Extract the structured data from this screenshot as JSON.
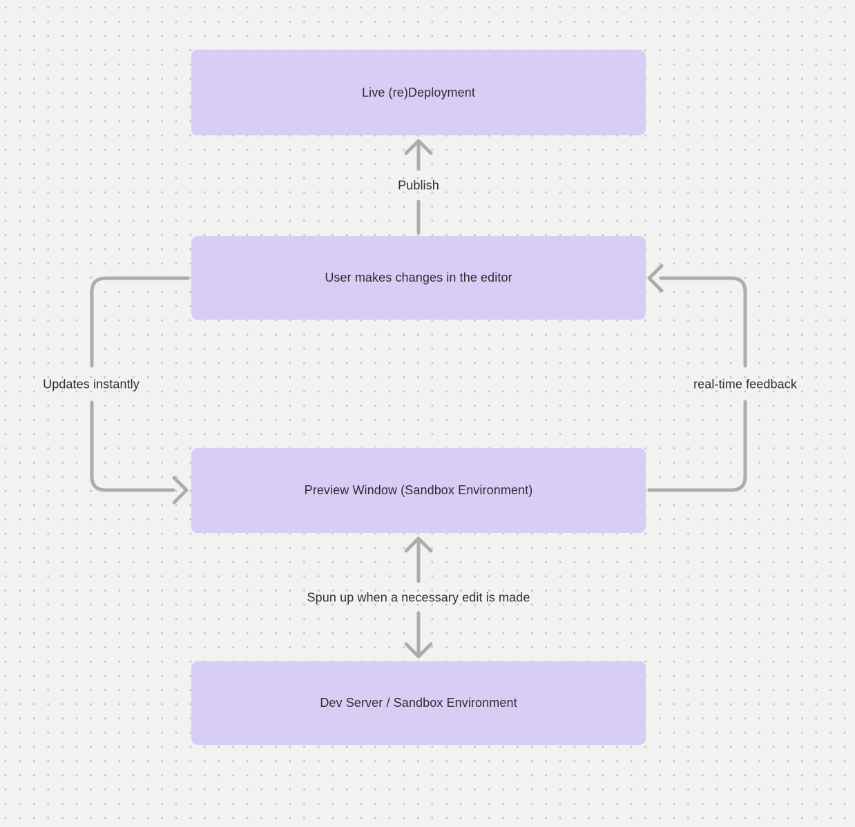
{
  "canvas": {
    "background_color": "#f2f2f0",
    "dot_color": "#c5c5c3"
  },
  "diagram": {
    "colors": {
      "node_fill": "#d8cdf4",
      "node_text": "#2d2d33",
      "arrow": "#acacac",
      "label_text": "#2d2d33"
    },
    "nodes": [
      {
        "id": "live-redeployment",
        "label": "Live (re)Deployment"
      },
      {
        "id": "user-editor",
        "label": "User makes changes in the editor"
      },
      {
        "id": "preview-window",
        "label": "Preview Window (Sandbox Environment)"
      },
      {
        "id": "dev-server",
        "label": "Dev Server / Sandbox Environment"
      }
    ],
    "edges": [
      {
        "id": "publish",
        "label": "Publish",
        "from": "user-editor",
        "to": "live-redeployment",
        "direction": "up"
      },
      {
        "id": "updates-instantly",
        "label": "Updates instantly",
        "from": "user-editor",
        "to": "preview-window",
        "direction": "down-left-loop"
      },
      {
        "id": "real-time-feedback",
        "label": "real-time feedback",
        "from": "preview-window",
        "to": "user-editor",
        "direction": "up-right-loop"
      },
      {
        "id": "spun-up",
        "label": "Spun up when a necessary edit is made",
        "from": "preview-window",
        "to": "dev-server",
        "direction": "both"
      }
    ]
  }
}
